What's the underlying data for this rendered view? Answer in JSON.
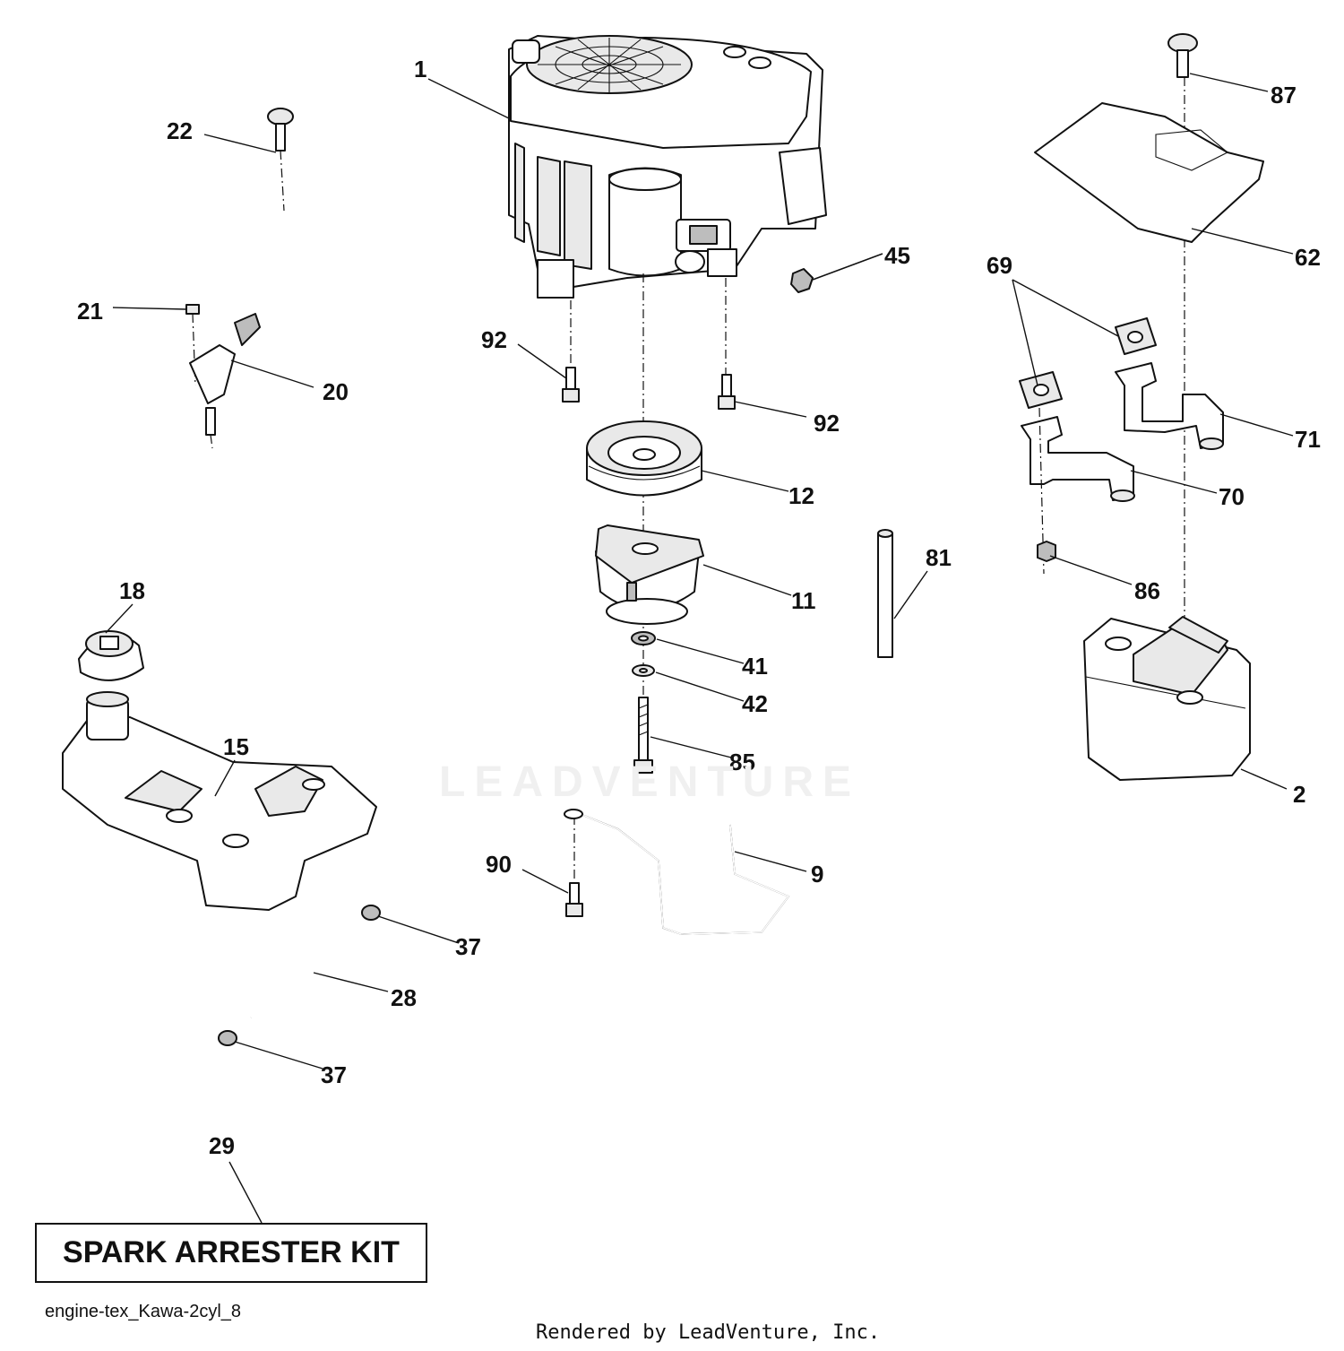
{
  "diagram": {
    "drawing_id": "engine-tex_Kawa-2cyl_8",
    "footer": "Rendered by LeadVenture, Inc.",
    "watermark": "LEADVENTURE",
    "kit_label": "SPARK ARRESTER KIT",
    "callouts": {
      "c1": "1",
      "c22": "22",
      "c21": "21",
      "c20": "20",
      "c92a": "92",
      "c92b": "92",
      "c45": "45",
      "c12": "12",
      "c11": "11",
      "c41": "41",
      "c42": "42",
      "c85": "85",
      "c18": "18",
      "c15": "15",
      "c90": "90",
      "c9": "9",
      "c37a": "37",
      "c28": "28",
      "c37b": "37",
      "c29": "29",
      "c81": "81",
      "c87": "87",
      "c62": "62",
      "c69": "69",
      "c71": "71",
      "c70": "70",
      "c86": "86",
      "c2": "2"
    }
  }
}
